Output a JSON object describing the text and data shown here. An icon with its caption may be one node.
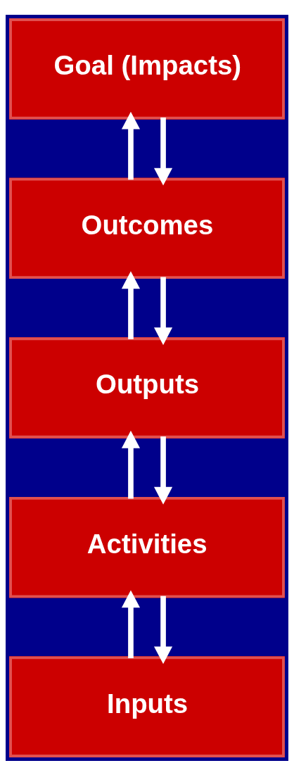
{
  "diagram": {
    "nodes": [
      {
        "text": [
          "Goal (Impacts)"
        ]
      },
      {
        "text": [
          "Outcomes"
        ]
      },
      {
        "text": [
          "Outputs"
        ]
      },
      {
        "text": [
          "Activities"
        ]
      },
      {
        "text": [
          "Inputs"
        ]
      }
    ],
    "edges": [
      {
        "from": 1,
        "to": 0,
        "arrow": "to"
      },
      {
        "from": 0,
        "to": 1,
        "arrow": "to"
      },
      {
        "from": 2,
        "to": 1,
        "arrow": "to"
      },
      {
        "from": 1,
        "to": 2,
        "arrow": "to"
      },
      {
        "from": 3,
        "to": 2,
        "arrow": "to"
      },
      {
        "from": 2,
        "to": 3,
        "arrow": "to"
      },
      {
        "from": 4,
        "to": 3,
        "arrow": "to"
      },
      {
        "from": 3,
        "to": 4,
        "arrow": "to"
      }
    ]
  }
}
